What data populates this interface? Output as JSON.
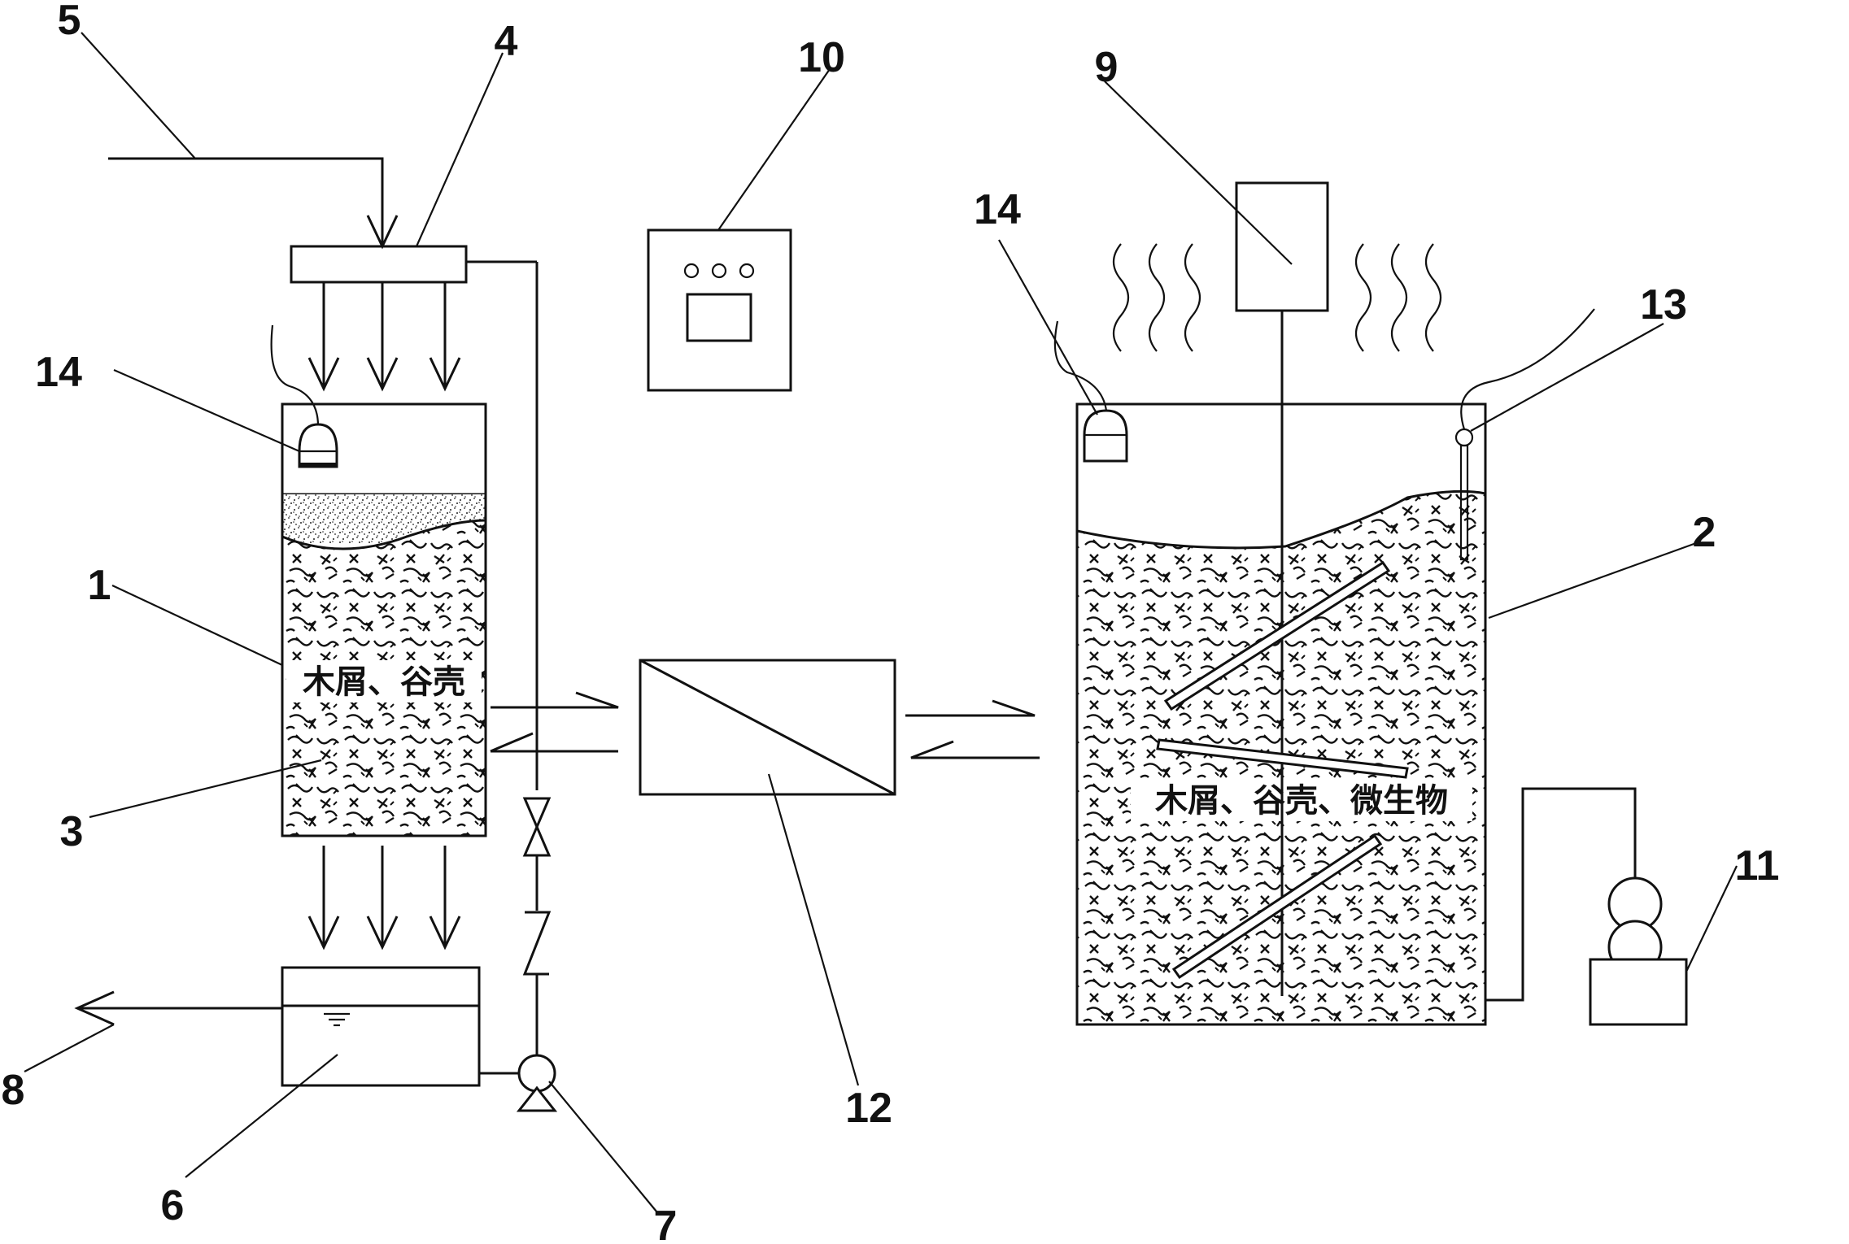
{
  "labels": {
    "n1": "1",
    "n2": "2",
    "n3": "3",
    "n4": "4",
    "n5": "5",
    "n6": "6",
    "n7": "7",
    "n8": "8",
    "n9": "9",
    "n10": "10",
    "n11": "11",
    "n12": "12",
    "n13": "13",
    "n14_left": "14",
    "n14_right": "14"
  },
  "texts": {
    "left_medium": "木屑、谷壳",
    "right_medium": "木屑、谷壳、微生物"
  }
}
